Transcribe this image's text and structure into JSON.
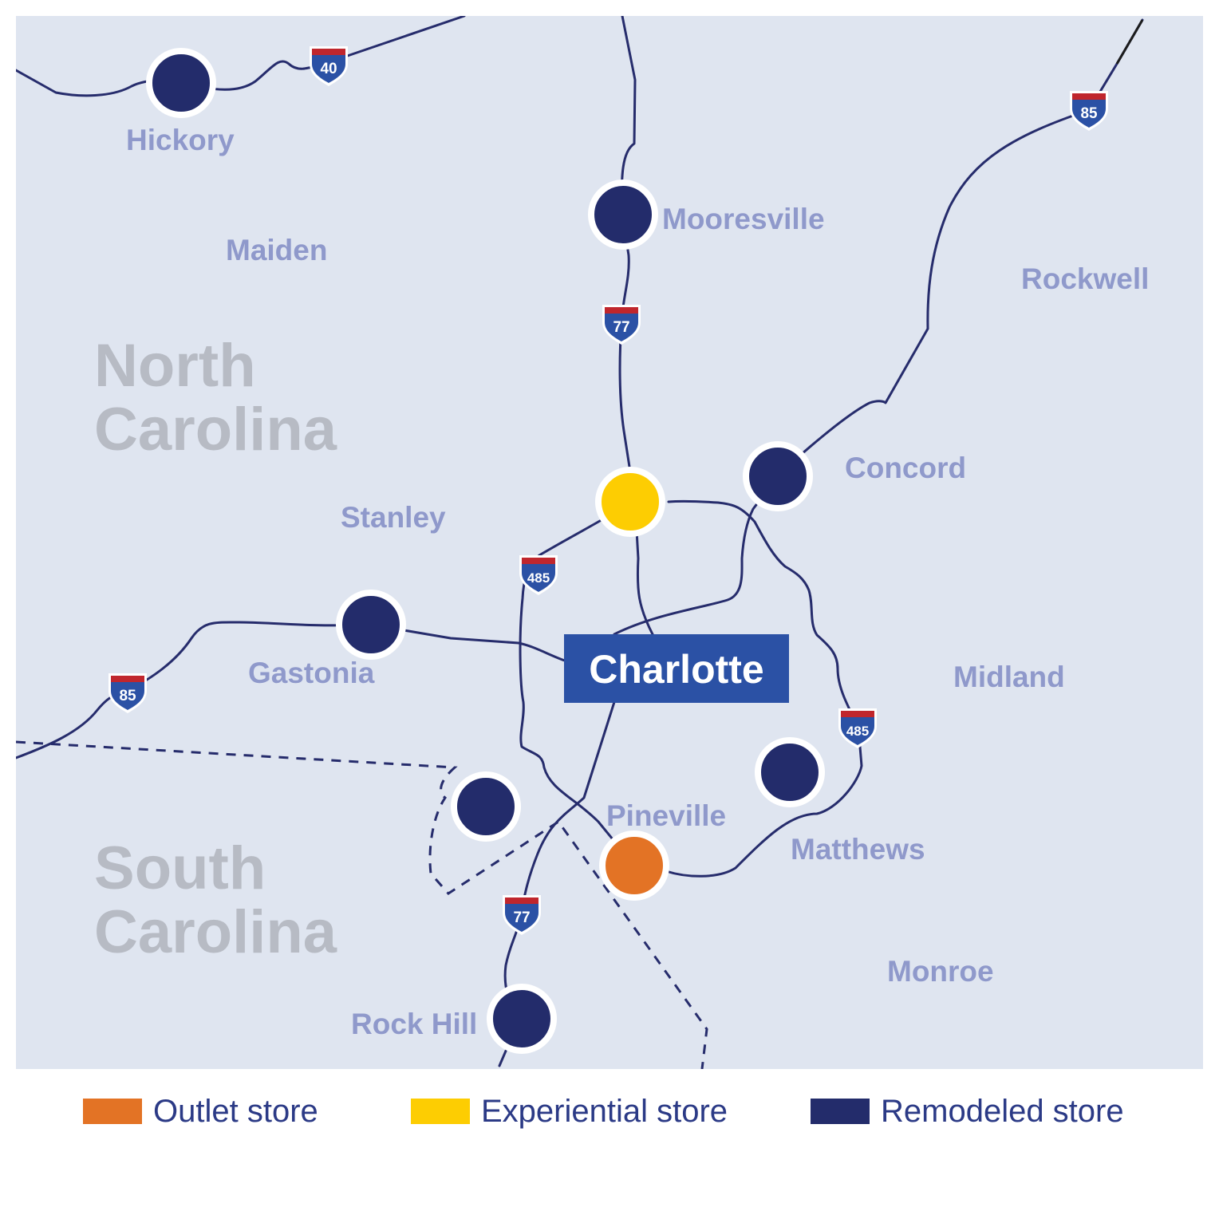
{
  "colors": {
    "background": "#dfe5f0",
    "road": "#262c6c",
    "state_label": "#b7bbc4",
    "town_label": "#8f99cb",
    "remodeled": "#232c6b",
    "experiential": "#fdcd02",
    "outlet": "#e37325",
    "city_box": "#2b51a5",
    "city_text": "#ffffff",
    "shield_top": "#c0262d",
    "shield_body": "#2b51a5",
    "legend_text": "#2b3a86"
  },
  "states": [
    "North Carolina",
    "South Carolina"
  ],
  "city": "Charlotte",
  "towns": {
    "hickory": "Hickory",
    "mooresville": "Mooresville",
    "maiden": "Maiden",
    "rockwell": "Rockwell",
    "concord": "Concord",
    "stanley": "Stanley",
    "gastonia": "Gastonia",
    "midland": "Midland",
    "pineville": "Pineville",
    "matthews": "Matthews",
    "monroe": "Monroe",
    "rock_hill": "Rock Hill"
  },
  "highways": {
    "i40": "40",
    "i85_ne": "85",
    "i77_north": "77",
    "i485_west": "485",
    "i85_west": "85",
    "i485_east": "485",
    "i77_south": "77"
  },
  "stores": [
    {
      "town": "Hickory",
      "type": "Remodeled store"
    },
    {
      "town": "Mooresville",
      "type": "Remodeled store"
    },
    {
      "town": "Charlotte north",
      "type": "Experiential store"
    },
    {
      "town": "Concord",
      "type": "Remodeled store"
    },
    {
      "town": "Gastonia",
      "type": "Remodeled store"
    },
    {
      "town": "Matthews",
      "type": "Remodeled store"
    },
    {
      "town": "South Charlotte",
      "type": "Remodeled store"
    },
    {
      "town": "Pineville",
      "type": "Outlet store"
    },
    {
      "town": "Rock Hill",
      "type": "Remodeled store"
    }
  ],
  "legend": {
    "outlet": "Outlet store",
    "experiential": "Experiential store",
    "remodeled": "Remodeled store"
  }
}
